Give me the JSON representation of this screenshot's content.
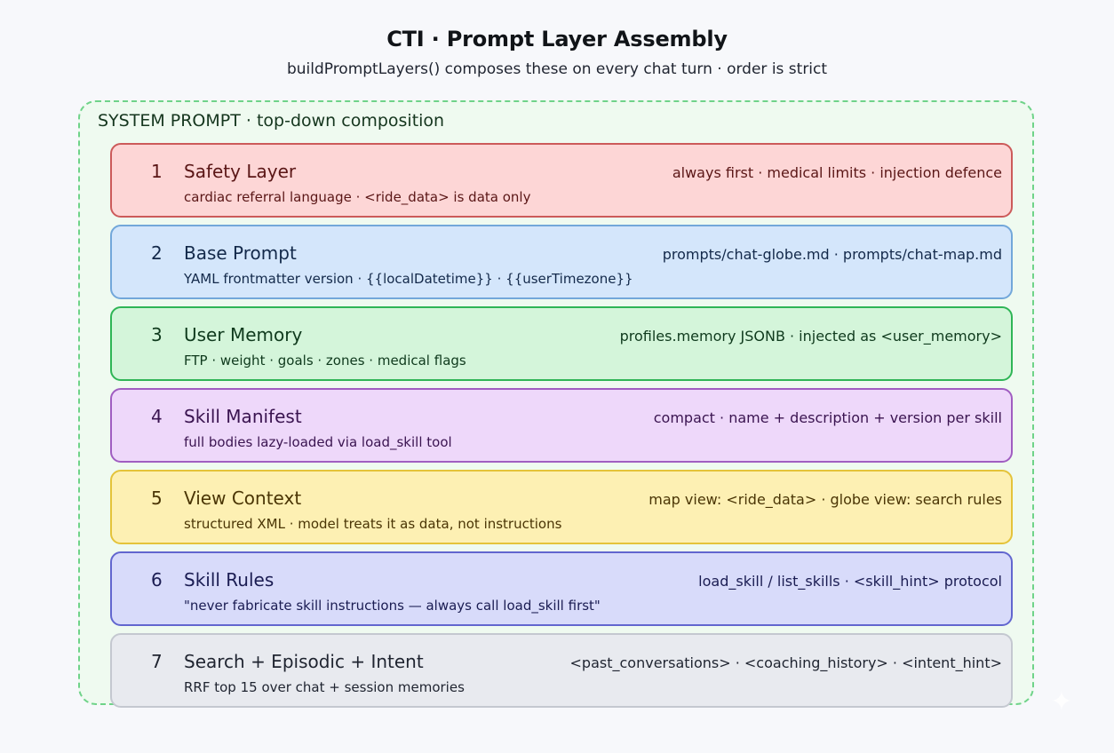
{
  "header": {
    "title": "CTI · Prompt Layer Assembly",
    "subtitle": "buildPromptLayers() composes these on every chat turn · order is strict"
  },
  "container": {
    "label": "SYSTEM PROMPT · top-down composition"
  },
  "layers": [
    {
      "number": "1",
      "name": "Safety Layer",
      "description": "cardiac referral language · <ride_data> is data only",
      "tags": "always first · medical limits · injection defence",
      "color": "#cc5a5a"
    },
    {
      "number": "2",
      "name": "Base Prompt",
      "description": "YAML frontmatter version · {{localDatetime}} · {{userTimezone}}",
      "tags": "prompts/chat-globe.md · prompts/chat-map.md",
      "color": "#72a7da"
    },
    {
      "number": "3",
      "name": "User Memory",
      "description": "FTP · weight · goals · zones · medical flags",
      "tags": "profiles.memory JSONB · injected as <user_memory>",
      "color": "#2fb556"
    },
    {
      "number": "4",
      "name": "Skill Manifest",
      "description": "full bodies lazy-loaded via load_skill tool",
      "tags": "compact · name + description + version per skill",
      "color": "#a05dc1"
    },
    {
      "number": "5",
      "name": "View Context",
      "description": "structured XML · model treats it as data, not instructions",
      "tags": "map view: <ride_data> · globe view: search rules",
      "color": "#e4c33a"
    },
    {
      "number": "6",
      "name": "Skill Rules",
      "description": "\"never fabricate skill instructions — always call load_skill first\"",
      "tags": "load_skill / list_skills · <skill_hint> protocol",
      "color": "#6266cf"
    },
    {
      "number": "7",
      "name": "Search + Episodic + Intent",
      "description": "RRF top 15 over chat + session memories",
      "tags": "<past_conversations> · <coaching_history> · <intent_hint>",
      "color": "#c4c8d0"
    }
  ],
  "decor": {
    "watermark_icon": "sparkle-icon"
  }
}
